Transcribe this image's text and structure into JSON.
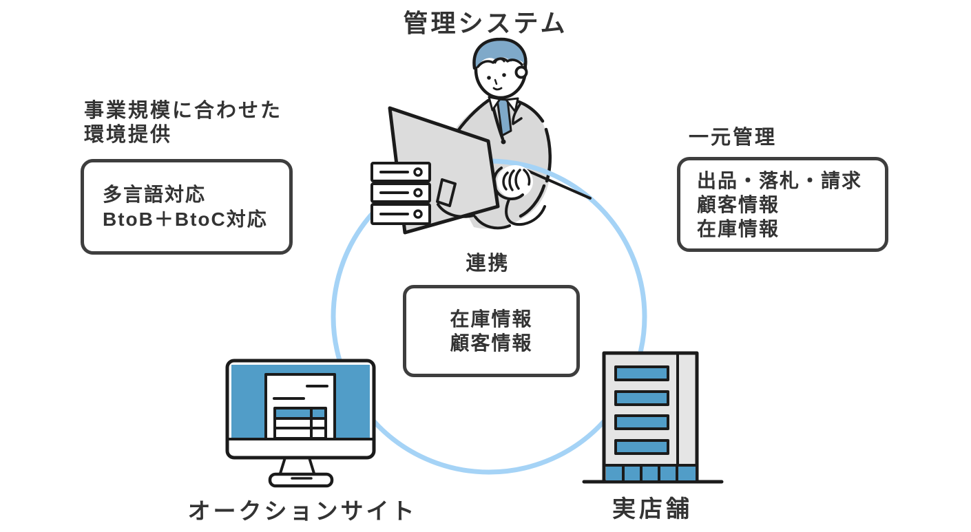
{
  "title": "管理システム",
  "colors": {
    "accent_blue": "#519dc8",
    "soft_blue": "#7fa9c9",
    "circle_blue": "#a5d3f6",
    "outline": "#1b1b1b",
    "box_border": "#3e3e3e",
    "text": "#333333",
    "suit_gray": "#d9d9d9",
    "screen_gray": "#dcdcdc",
    "building_gray": "#e5e5e5",
    "server_gray": "#c9c9c9"
  },
  "left_feature": {
    "heading_line1": "事業規模に合わせた",
    "heading_line2": "環境提供",
    "items": [
      "多言語対応",
      "BtoB＋BtoC対応"
    ]
  },
  "right_feature": {
    "heading": "一元管理",
    "items": [
      "出品・落札・請求",
      "顧客情報",
      "在庫情報"
    ]
  },
  "link": {
    "heading": "連携",
    "items": [
      "在庫情報",
      "顧客情報"
    ]
  },
  "auction_site": {
    "label": "オークションサイト"
  },
  "store": {
    "label": "実店舗"
  },
  "icons": {
    "manager": "person-at-computer-icon",
    "server": "server-stack-icon",
    "auction": "desktop-monitor-icon",
    "store": "office-building-icon"
  }
}
